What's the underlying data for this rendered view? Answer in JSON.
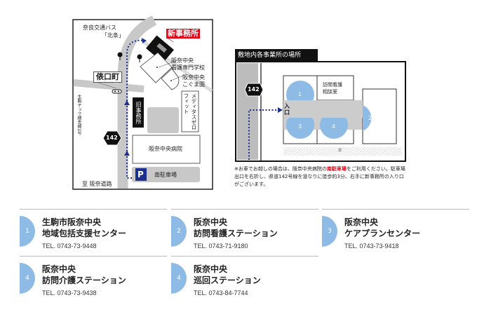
{
  "area_map": {
    "new_office": "新事務所",
    "bus_line": "奈良交通バス",
    "bus_stop": "「北条」",
    "nursing_school": [
      "阪奈中央",
      "看護専門学校"
    ],
    "kindergarten": [
      "阪奈中央",
      "こぐま園"
    ],
    "town_label": "俵口町",
    "old_office": "旧事務所",
    "meditas": "メディタスゼロフィット",
    "route_number": "142",
    "hospital": "阪奈中央病院",
    "parking_icon": "P",
    "parking": "南駐車場",
    "to_road": "至 阪奈道路",
    "side_road": "生駒テック線支線1号"
  },
  "site_map": {
    "title": "敷地内各事業所の場所",
    "route_number": "142",
    "entrance": "入口",
    "consult_room": [
      "訪問看護",
      "相談室"
    ],
    "fence": "塀",
    "markers": [
      "1",
      "2",
      "3",
      "4"
    ],
    "note_prefix": "※お車でお越しの場合は、阪奈中央病院の",
    "note_highlight": "南駐車場",
    "note_suffix": "をご利用ください。駐車場出口を右折し、県道142号線を道なりに徒歩約3分、右手に新事務所の入り口がございます。"
  },
  "offices": [
    {
      "number": "1",
      "name1": "生駒市阪奈中央",
      "name2": "地域包括支援センター",
      "tel": "TEL. 0743-73-9448"
    },
    {
      "number": "2",
      "name1": "阪奈中央",
      "name2": "訪問看護ステーション",
      "tel": "TEL. 0743-71-9180"
    },
    {
      "number": "3",
      "name1": "阪奈中央",
      "name2": "ケアプランセンター",
      "tel": "TEL. 0743-73-9418"
    },
    {
      "number": "4",
      "name1": "阪奈中央",
      "name2": "訪問介護ステーション",
      "tel": "TEL. 0743-73-9438"
    },
    {
      "number": "4",
      "name1": "阪奈中央",
      "name2": "巡回ステーション",
      "tel": "TEL. 0743-84-7744"
    }
  ],
  "colors": {
    "accent_red": "#e60012",
    "route_blue": "#1d2f8c",
    "marker_blue": "#8dbbe6",
    "road_gray": "#c8c8c8"
  }
}
